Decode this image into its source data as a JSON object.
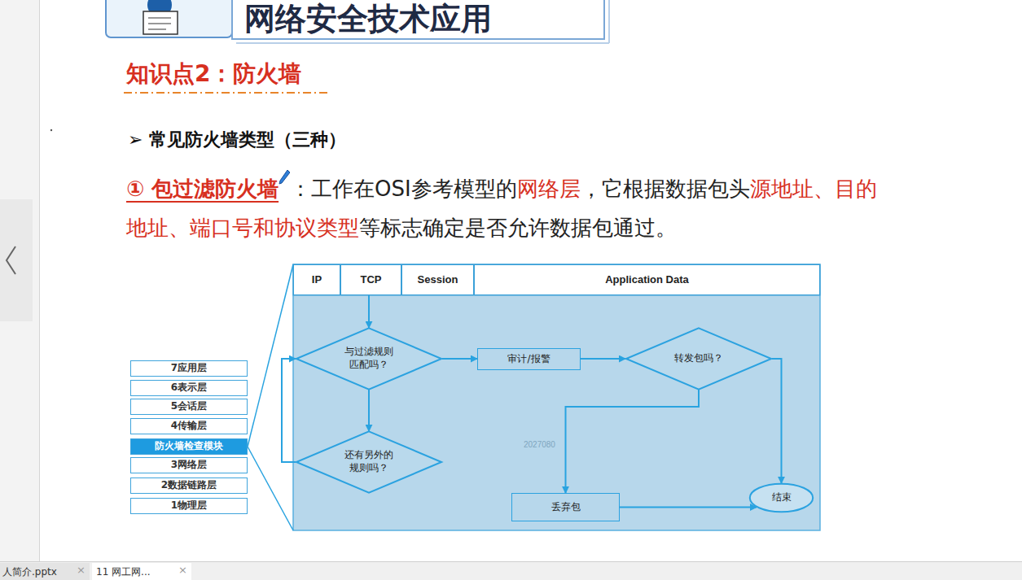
{
  "diagram": {
    "title": "网络安全技术应用",
    "nodes": [
      {
        "text": [
          "7应用层"
        ]
      },
      {
        "text": [
          "6表示层"
        ]
      },
      {
        "text": [
          "5会话层"
        ]
      },
      {
        "text": [
          "4传输层"
        ]
      },
      {
        "text": [
          "防火墙检查模块"
        ]
      },
      {
        "text": [
          "3网络层"
        ]
      },
      {
        "text": [
          "2数据链路层"
        ]
      },
      {
        "text": [
          "1物理层"
        ]
      },
      {
        "text": [
          "IP"
        ]
      },
      {
        "text": [
          "TCP"
        ]
      },
      {
        "text": [
          "Session"
        ]
      },
      {
        "text": [
          "Application Data"
        ]
      },
      {
        "text": [
          "与过滤规则匹配吗？"
        ]
      },
      {
        "text": [
          "审计/报警"
        ]
      },
      {
        "text": [
          "转发包吗？"
        ]
      },
      {
        "text": [
          "还有另外的规则吗？"
        ]
      },
      {
        "text": [
          "丢弃包"
        ]
      },
      {
        "text": [
          "结束"
        ]
      }
    ],
    "edges": [
      {
        "from": 9,
        "to": 12,
        "arrow": "to"
      },
      {
        "from": 12,
        "to": 13,
        "arrow": "to"
      },
      {
        "from": 13,
        "to": 14,
        "arrow": "to"
      },
      {
        "from": 12,
        "to": 15,
        "arrow": "to"
      },
      {
        "from": 15,
        "to": 12,
        "arrow": "to"
      },
      {
        "from": 14,
        "to": 16,
        "arrow": "to"
      },
      {
        "from": 14,
        "to": 17,
        "arrow": "to"
      },
      {
        "from": 16,
        "to": 17,
        "arrow": "to"
      }
    ],
    "labels": [
      "知识点2：防火墙",
      "➢ 常见防火墙类型（三种）",
      "① 包过滤防火墙",
      "：工作在OSI参考模型的",
      "网络层",
      "，它根据数据包头",
      "源地址、目的地址、端口号和协议类型",
      "等标志确定是否允许数据包通过。",
      "2027080",
      "人简介.pptx",
      "×",
      "11 网工网...",
      "×"
    ]
  }
}
